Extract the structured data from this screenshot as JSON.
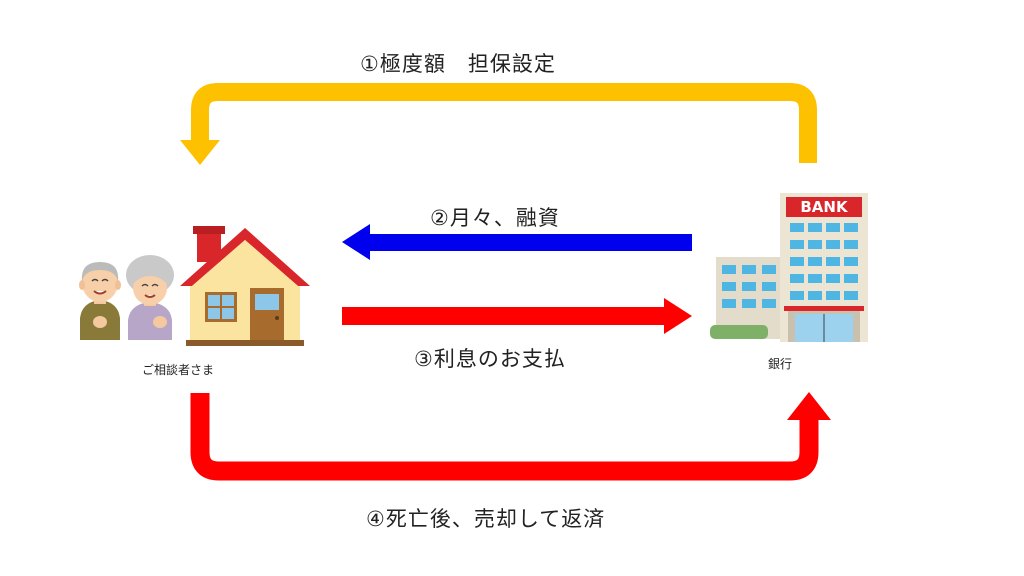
{
  "steps": [
    {
      "label": "①極度額　担保設定",
      "color": "#FDC100"
    },
    {
      "label": "②月々、融資",
      "color": "#0000EE"
    },
    {
      "label": "③利息のお支払",
      "color": "#FF0000"
    },
    {
      "label": "④死亡後、売却して返済",
      "color": "#FF0000"
    }
  ],
  "parties": {
    "customer_label": "ご相談者さま",
    "bank_label": "銀行",
    "bank_sign": "BANK"
  }
}
